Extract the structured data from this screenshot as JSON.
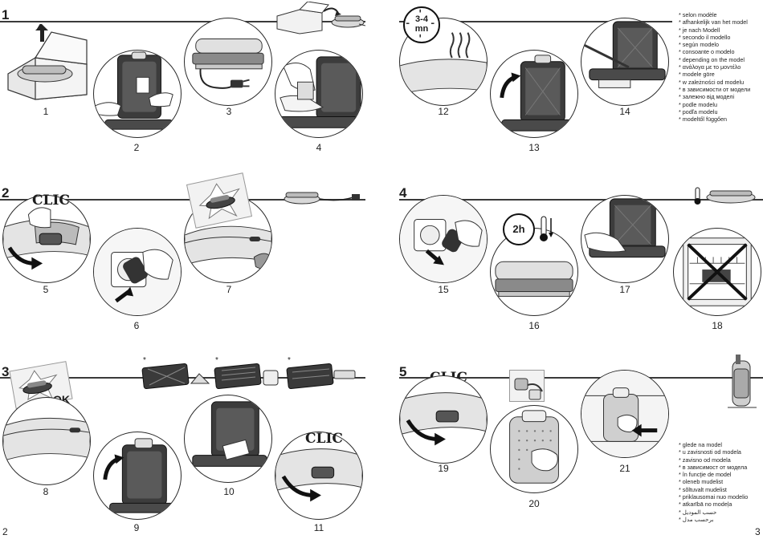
{
  "sections": [
    {
      "num": "1"
    },
    {
      "num": "2"
    },
    {
      "num": "3"
    },
    {
      "num": "4"
    },
    {
      "num": "5"
    }
  ],
  "steps": [
    "1",
    "2",
    "3",
    "4",
    "5",
    "6",
    "7",
    "8",
    "9",
    "10",
    "11",
    "12",
    "13",
    "14",
    "15",
    "16",
    "17",
    "18",
    "19",
    "20",
    "21"
  ],
  "labels": {
    "clic": "CLIC",
    "ok": "OK",
    "time_range": "3-4",
    "time_unit": "mn",
    "hours": "2h",
    "variant_marker": "*"
  },
  "pages": {
    "left": "2",
    "right": "3"
  },
  "notes_top": [
    "* selon modèle",
    "* afhankelijk van het model",
    "* je nach Modell",
    "* secondo il modello",
    "* según modelo",
    "* consoante o modelo",
    "* depending on the model",
    "* ανάλογα με το μοντέλο",
    "* modele göre",
    "* w zależności od modelu",
    "* в зависимости от модели",
    "* залежно від моделі",
    "* podle modelu",
    "* podľa modelu",
    "* modeltől függően"
  ],
  "notes_bottom": [
    "* glede na model",
    "* u zavisnosti od modela",
    "* zavisno od modela",
    "* в зависимост от модела",
    "* în funcţie de model",
    "* oleneb mudelist",
    "* sõltuvalt mudelist",
    "* priklausomai nuo modelio",
    "* atkarībā no modeļa",
    "* حسب الموديل",
    "* برحسب مدل"
  ]
}
